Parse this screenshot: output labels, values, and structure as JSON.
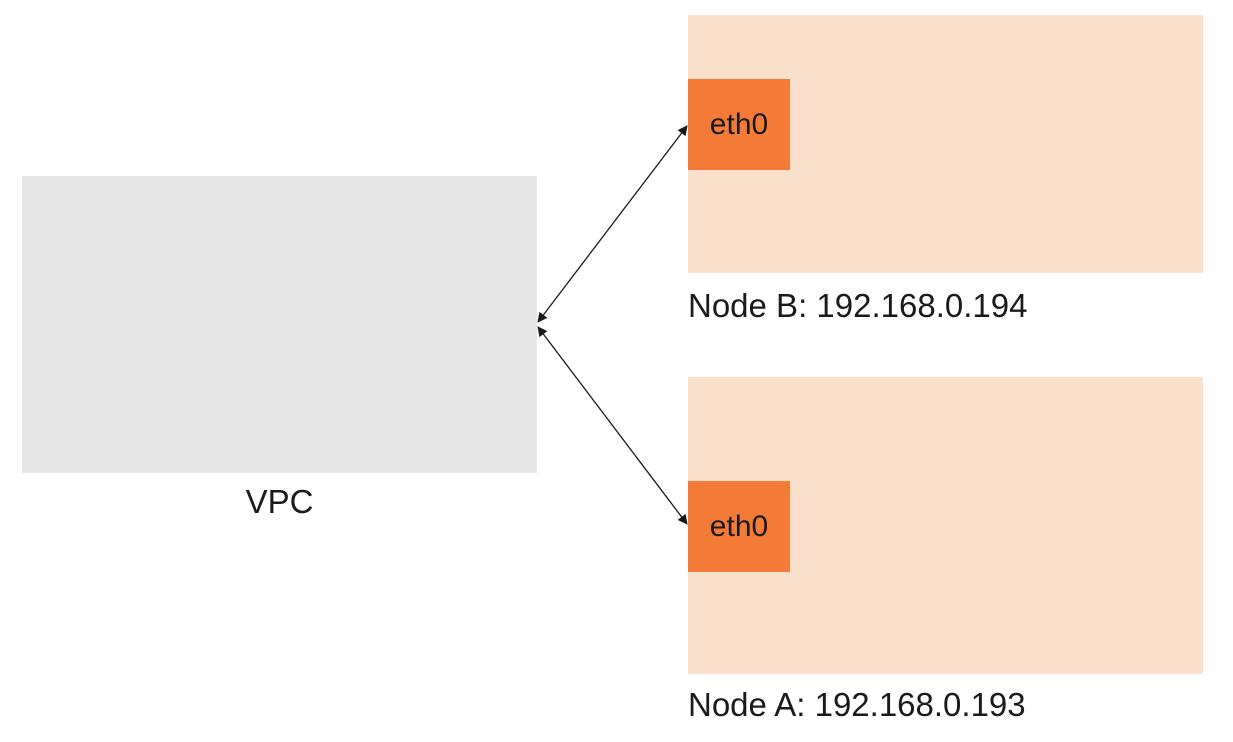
{
  "vpc": {
    "label": "VPC"
  },
  "nodes": [
    {
      "id": "node-b",
      "label": "Node B: 192.168.0.194",
      "interface": "eth0"
    },
    {
      "id": "node-a",
      "label": "Node A: 192.168.0.193",
      "interface": "eth0"
    }
  ],
  "colors": {
    "vpc_fill": "#e7e7e7",
    "node_fill": "#fbe1cc",
    "interface_fill": "#f47a37",
    "connector": "#1a1a1a"
  }
}
